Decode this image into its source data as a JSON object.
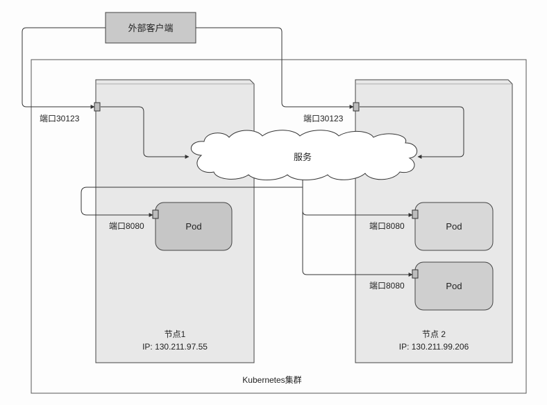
{
  "external_client": {
    "label": "外部客户端"
  },
  "cluster": {
    "label": "Kubernetes集群"
  },
  "service": {
    "label": "服务"
  },
  "node1": {
    "name": "节点1",
    "ip": "IP: 130.211.97.55",
    "node_port_label": "端口30123",
    "pod": {
      "label": "Pod",
      "port_label": "端口8080"
    }
  },
  "node2": {
    "name": "节点 2",
    "ip": "IP: 130.211.99.206",
    "node_port_label": "端口30123",
    "pods": [
      {
        "label": "Pod",
        "port_label": "端口8080"
      },
      {
        "label": "Pod",
        "port_label": "端口8080"
      }
    ]
  },
  "colors": {
    "client_fill": "#c9c9c9",
    "node_fill": "#e8e8e8",
    "pod1_fill": "#c6c6c6",
    "pod2_fill": "#d8d8d8",
    "pod3_fill": "#cfcfcf",
    "line": "#333333"
  }
}
